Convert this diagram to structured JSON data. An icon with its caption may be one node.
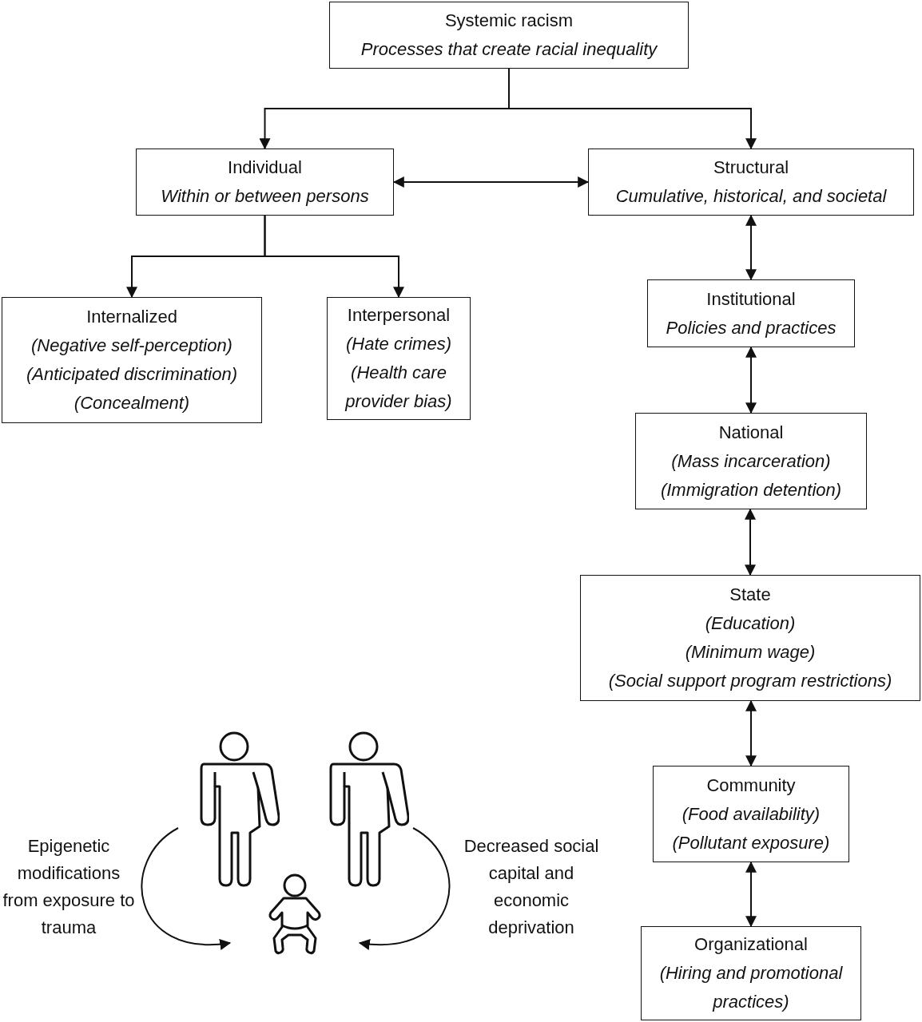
{
  "diagram": {
    "nodes": [
      {
        "text": [
          "Systemic racism",
          "Processes that create racial inequality"
        ]
      },
      {
        "text": [
          "Individual",
          "Within or between persons"
        ]
      },
      {
        "text": [
          "Structural",
          "Cumulative, historical, and societal"
        ]
      },
      {
        "text": [
          "Internalized",
          "(Negative self-perception)",
          "(Anticipated discrimination)",
          "(Concealment)"
        ]
      },
      {
        "text": [
          "Interpersonal",
          "(Hate crimes)",
          "(Health care provider bias)"
        ]
      },
      {
        "text": [
          "Institutional",
          "Policies and practices"
        ]
      },
      {
        "text": [
          "National",
          "(Mass incarceration)",
          "(Immigration detention)"
        ]
      },
      {
        "text": [
          "State",
          "(Education)",
          "(Minimum wage)",
          "(Social support program restrictions)"
        ]
      },
      {
        "text": [
          "Community",
          "(Food availability)",
          "(Pollutant exposure)"
        ]
      },
      {
        "text": [
          "Organizational",
          "(Hiring and promotional practices)"
        ]
      },
      {
        "text": [],
        "shape": "person"
      },
      {
        "text": [],
        "shape": "person"
      },
      {
        "text": [],
        "shape": "person"
      }
    ],
    "edges": [
      {
        "from": 0,
        "to": 1,
        "arrow": "to"
      },
      {
        "from": 0,
        "to": 2,
        "arrow": "to"
      },
      {
        "from": 1,
        "to": 2,
        "arrow": "both"
      },
      {
        "from": 1,
        "to": 3,
        "arrow": "to"
      },
      {
        "from": 1,
        "to": 4,
        "arrow": "to"
      },
      {
        "from": 2,
        "to": 5,
        "arrow": "both"
      },
      {
        "from": 5,
        "to": 6,
        "arrow": "both"
      },
      {
        "from": 6,
        "to": 7,
        "arrow": "both"
      },
      {
        "from": 7,
        "to": 8,
        "arrow": "both"
      },
      {
        "from": 8,
        "to": 9,
        "arrow": "both"
      },
      {
        "from": 10,
        "to": 12,
        "arrow": "to",
        "label": "Epigenetic modifications from exposure to trauma"
      },
      {
        "from": 11,
        "to": 12,
        "arrow": "to",
        "label": "Decreased social capital and economic deprivation"
      }
    ]
  }
}
